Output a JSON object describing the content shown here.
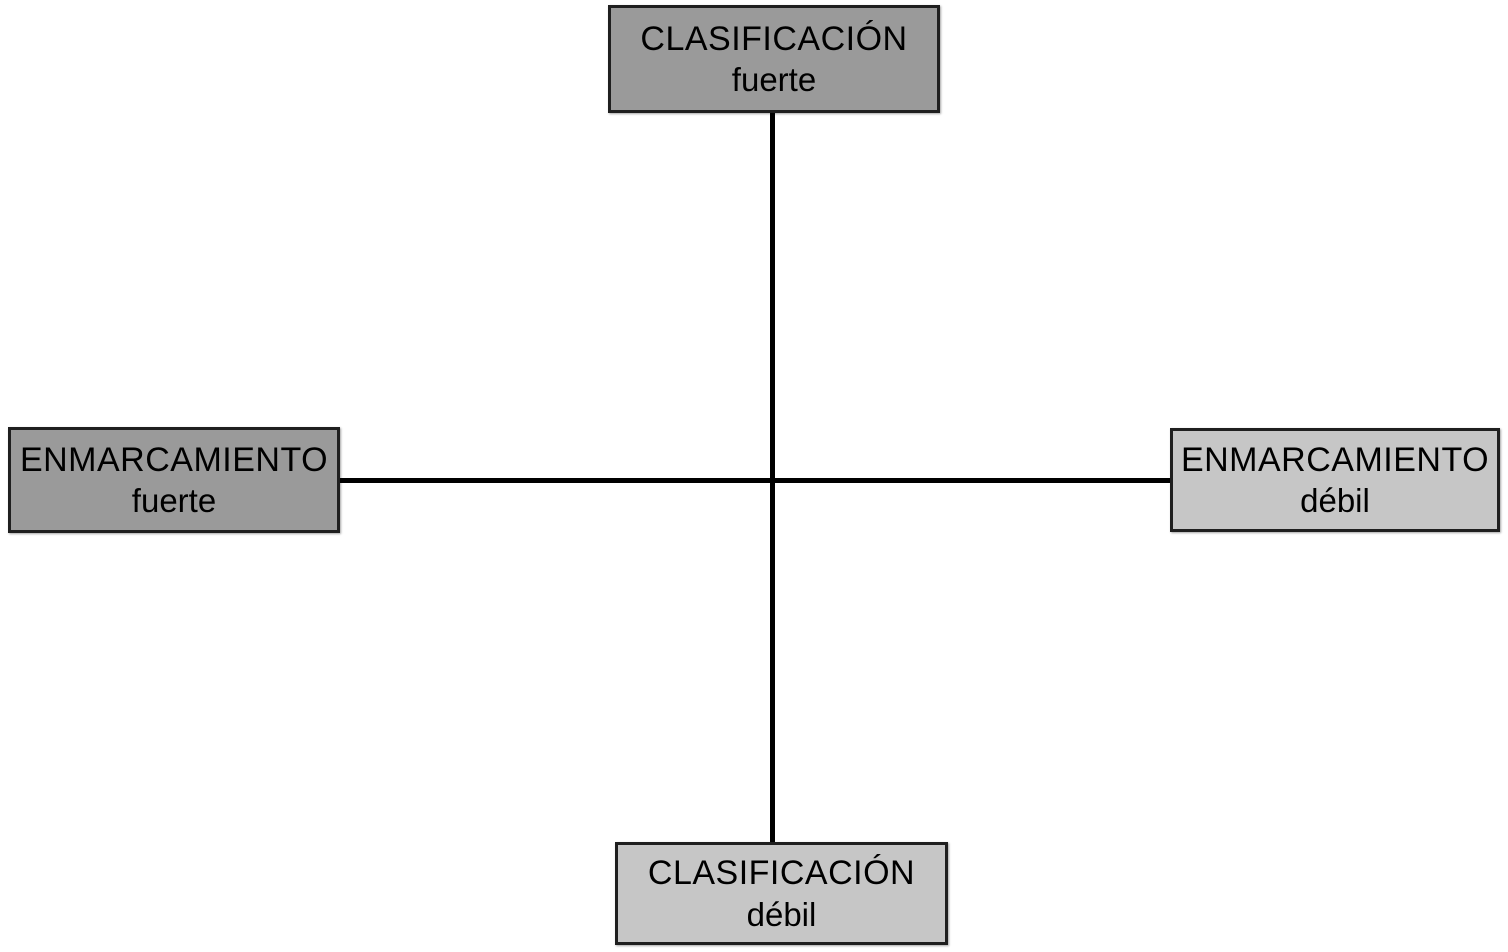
{
  "colors": {
    "background": "#ffffff",
    "node_border": "#1f1f1f",
    "axis_line": "#000000",
    "fill_strong": "#9a9a9a",
    "fill_weak": "#c6c6c6",
    "text": "#000000"
  },
  "nodes": {
    "top": {
      "line1": "CLASIFICACIÓN",
      "line2": "fuerte",
      "fill": "#9a9a9a"
    },
    "left": {
      "line1": "ENMARCAMIENTO",
      "line2": "fuerte",
      "fill": "#9a9a9a"
    },
    "right": {
      "line1": "ENMARCAMIENTO",
      "line2": "débil",
      "fill": "#c6c6c6"
    },
    "bottom": {
      "line1": "CLASIFICACIÓN",
      "line2": "débil",
      "fill": "#c6c6c6"
    }
  }
}
